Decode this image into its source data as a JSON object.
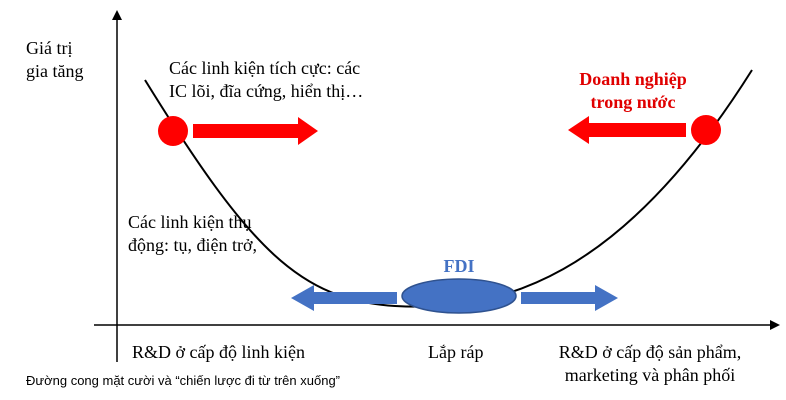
{
  "axes": {
    "y_label_line1": "Giá trị",
    "y_label_line2": "gia tăng"
  },
  "top_left": {
    "line1": "Các linh kiện tích cực: các",
    "line2": "IC lõi, đĩa cứng, hiển thị…"
  },
  "mid_left": {
    "line1": "Các linh kiện thụ",
    "line2": "động: tụ, điện trở,"
  },
  "top_right": {
    "line1": "Doanh nghiệp",
    "line2": "trong nước"
  },
  "center": {
    "label": "FDI"
  },
  "bottom_labels": {
    "left": "R&D ở cấp độ linh kiện",
    "center": "Lắp ráp",
    "right_line1": "R&D ở cấp độ sản phẩm,",
    "right_line2": "marketing và phân phối"
  },
  "caption": "Đường cong mặt cười và “chiến lược đi từ trên xuống”",
  "colors": {
    "red": "#ff0000",
    "red_text": "#e00000",
    "blue": "#4472c4",
    "axis": "#000000"
  }
}
